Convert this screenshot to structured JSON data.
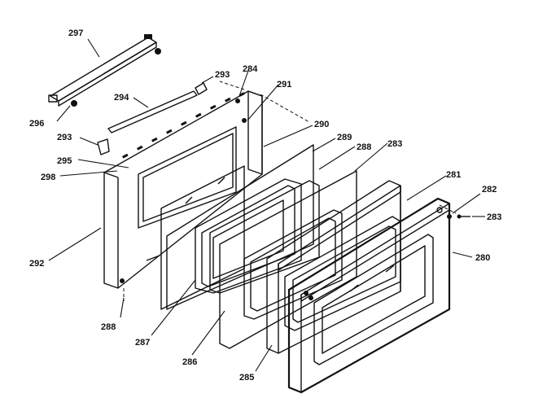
{
  "labels": {
    "l297": "297",
    "l294": "294",
    "l293a": "293",
    "l284": "284",
    "l291": "291",
    "l296": "296",
    "l293b": "293",
    "l290": "290",
    "l289": "289",
    "l288a": "288",
    "l283a": "283",
    "l295": "295",
    "l298": "298",
    "l281": "281",
    "l282": "282",
    "l283b": "283",
    "l292": "292",
    "l280": "280",
    "l288b": "288",
    "l287": "287",
    "l286": "286",
    "l285": "285"
  }
}
